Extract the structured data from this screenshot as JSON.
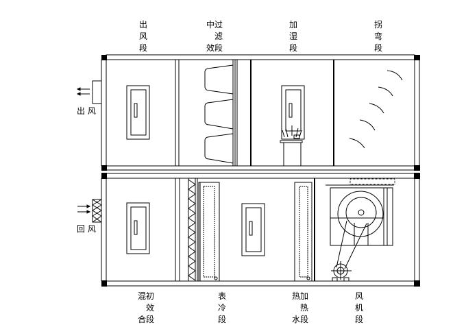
{
  "title": "组合式空调机组示意图",
  "top_labels": {
    "outlet_section": [
      "出",
      "风",
      "段"
    ],
    "medium_filter_section": [
      "中过",
      "滤",
      "效段"
    ],
    "humidify_section": [
      "加",
      "湿",
      "段"
    ],
    "bend_section": [
      "拐",
      "弯",
      "段"
    ]
  },
  "bottom_labels": {
    "mix_primary_filter_section": [
      "混初",
      "效",
      "合段"
    ],
    "cooling_coil_section": [
      "表",
      "冷",
      "段"
    ],
    "hot_water_heating_section": [
      "热加",
      "热",
      "水段"
    ],
    "fan_section": [
      "风",
      "机",
      "段"
    ]
  },
  "side_labels": {
    "supply_air": "出 风",
    "return_air": "回 风"
  }
}
